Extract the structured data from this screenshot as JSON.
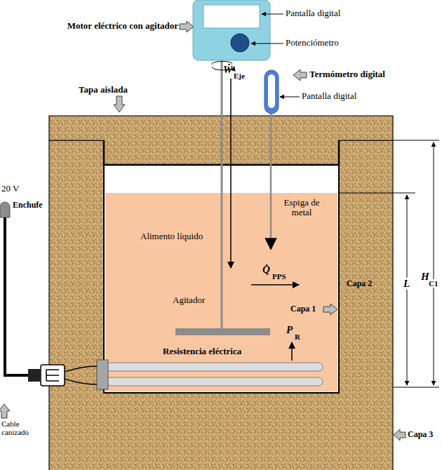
{
  "diagram": {
    "labels": [
      "Pantalla digital",
      "Motor eléctrico con agitador",
      "Potenciómetro",
      "Ẇ",
      "Eje",
      "Termómetro digital",
      "Pantalla digital",
      "Tapa aislada",
      "20 V",
      "Enchufe",
      "Espiga de metal",
      "Alimento líquido",
      "Q̇",
      "PPS",
      "Capa 2",
      "H",
      "C1",
      "L",
      "Agitador",
      "Capa 1",
      "P",
      "R",
      "Resistencia eléctrica",
      "Cable canizado",
      "Capa 3"
    ]
  }
}
